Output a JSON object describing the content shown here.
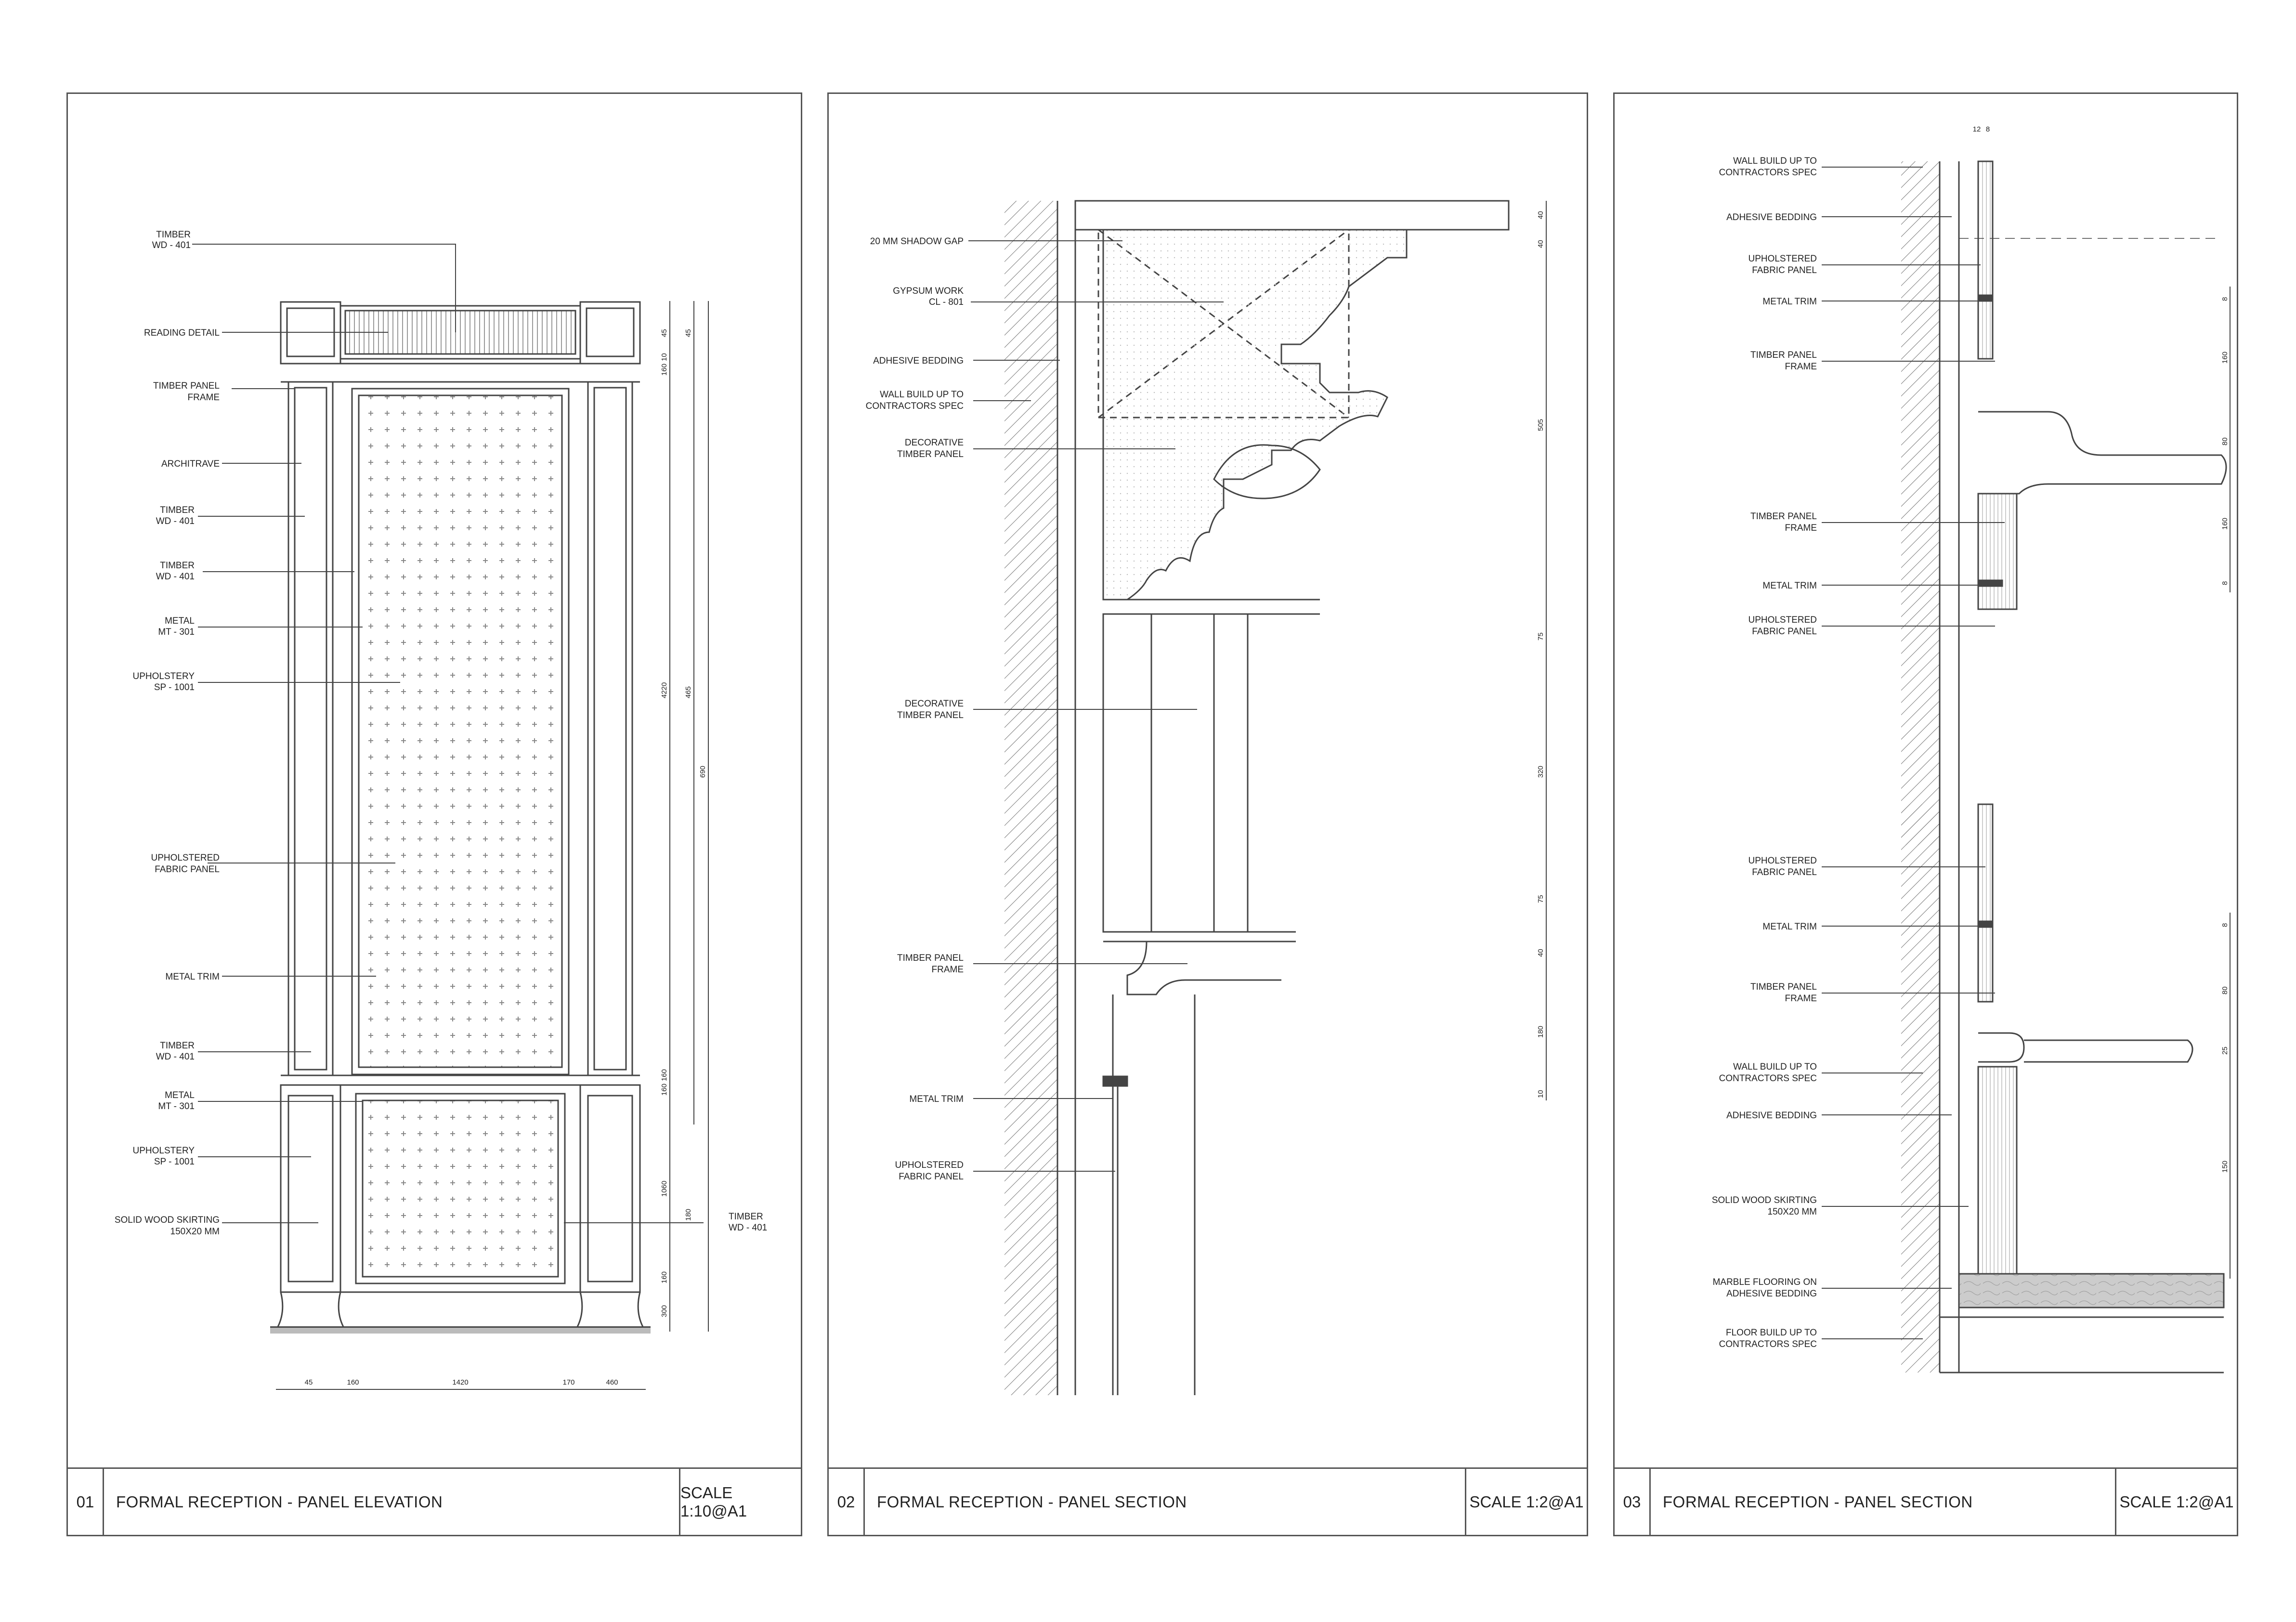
{
  "sheets": [
    {
      "number": "01",
      "title": "FORMAL RECEPTION - PANEL ELEVATION",
      "scale": "SCALE 1:10@A1"
    },
    {
      "number": "02",
      "title": "FORMAL RECEPTION - PANEL SECTION",
      "scale": "SCALE 1:2@A1"
    },
    {
      "number": "03",
      "title": "FORMAL RECEPTION - PANEL SECTION",
      "scale": "SCALE 1:2@A1"
    }
  ],
  "elevation": {
    "labels": {
      "timber_top": [
        "TIMBER",
        "WD - 401"
      ],
      "reading_detail": [
        "READING DETAIL"
      ],
      "panel_frame": [
        "TIMBER PANEL",
        "FRAME"
      ],
      "architrave": [
        "ARCHITRAVE"
      ],
      "timber_2": [
        "TIMBER",
        "WD - 401"
      ],
      "timber_3": [
        "TIMBER",
        "WD - 401"
      ],
      "metal_1": [
        "METAL",
        "MT - 301"
      ],
      "upholstery_1": [
        "UPHOLSTERY",
        "SP - 1001"
      ],
      "fabric_panel": [
        "UPHOLSTERED",
        "FABRIC PANEL"
      ],
      "metal_trim": [
        "METAL TRIM"
      ],
      "timber_4": [
        "TIMBER",
        "WD - 401"
      ],
      "metal_2": [
        "METAL",
        "MT - 301"
      ],
      "upholstery_2": [
        "UPHOLSTERY",
        "SP - 1001"
      ],
      "skirting": [
        "SOLID WOOD SKIRTING",
        "150X20 MM"
      ],
      "timber_right": [
        "TIMBER",
        "WD - 401"
      ]
    },
    "dims_bottom": [
      "45",
      "160",
      "1420",
      "170",
      "460"
    ],
    "dims_v1": [
      "45",
      "160",
      "10",
      "4220",
      "160",
      "160",
      "1060",
      "160",
      "300"
    ],
    "dims_v2": [
      "45",
      "465",
      "180"
    ],
    "dims_v3": [
      "690"
    ]
  },
  "section2": {
    "labels": {
      "shadow_gap": [
        "20 MM SHADOW GAP"
      ],
      "gypsum": [
        "GYPSUM WORK",
        "CL - 801"
      ],
      "adhesive": [
        "ADHESIVE BEDDING"
      ],
      "wall_build": [
        "WALL BUILD UP TO",
        "CONTRACTORS SPEC"
      ],
      "decorative_1": [
        "DECORATIVE",
        "TIMBER PANEL"
      ],
      "decorative_2": [
        "DECORATIVE",
        "TIMBER PANEL"
      ],
      "panel_frame": [
        "TIMBER PANEL",
        "FRAME"
      ],
      "metal_trim": [
        "METAL TRIM"
      ],
      "fabric_panel": [
        "UPHOLSTERED",
        "FABRIC PANEL"
      ]
    },
    "dims": [
      "40",
      "40",
      "505",
      "75",
      "320",
      "75",
      "40",
      "180",
      "10"
    ]
  },
  "section3": {
    "top_dim": "12",
    "top_dim_b": "8",
    "labels": {
      "wall_build_1": [
        "WALL BUILD UP TO",
        "CONTRACTORS SPEC"
      ],
      "adhesive_1": [
        "ADHESIVE BEDDING"
      ],
      "fabric_1": [
        "UPHOLSTERED",
        "FABRIC PANEL"
      ],
      "metal_trim_1": [
        "METAL TRIM"
      ],
      "frame_1": [
        "TIMBER PANEL",
        "FRAME"
      ],
      "frame_2": [
        "TIMBER PANEL",
        "FRAME"
      ],
      "metal_trim_2": [
        "METAL TRIM"
      ],
      "fabric_2": [
        "UPHOLSTERED",
        "FABRIC PANEL"
      ],
      "fabric_3": [
        "UPHOLSTERED",
        "FABRIC PANEL"
      ],
      "metal_trim_3": [
        "METAL TRIM"
      ],
      "frame_3": [
        "TIMBER PANEL",
        "FRAME"
      ],
      "wall_build_2": [
        "WALL BUILD UP TO",
        "CONTRACTORS SPEC"
      ],
      "adhesive_2": [
        "ADHESIVE BEDDING"
      ],
      "skirting": [
        "SOLID WOOD SKIRTING",
        "150X20 MM"
      ],
      "marble": [
        "MARBLE FLOORING ON",
        "ADHESIVE BEDDING"
      ],
      "floor_build": [
        "FLOOR BUILD UP TO",
        "CONTRACTORS SPEC"
      ]
    },
    "dims_top": [
      "8",
      "160",
      "80",
      "160",
      "8"
    ],
    "dims_bottom": [
      "8",
      "80",
      "25",
      "150"
    ]
  }
}
